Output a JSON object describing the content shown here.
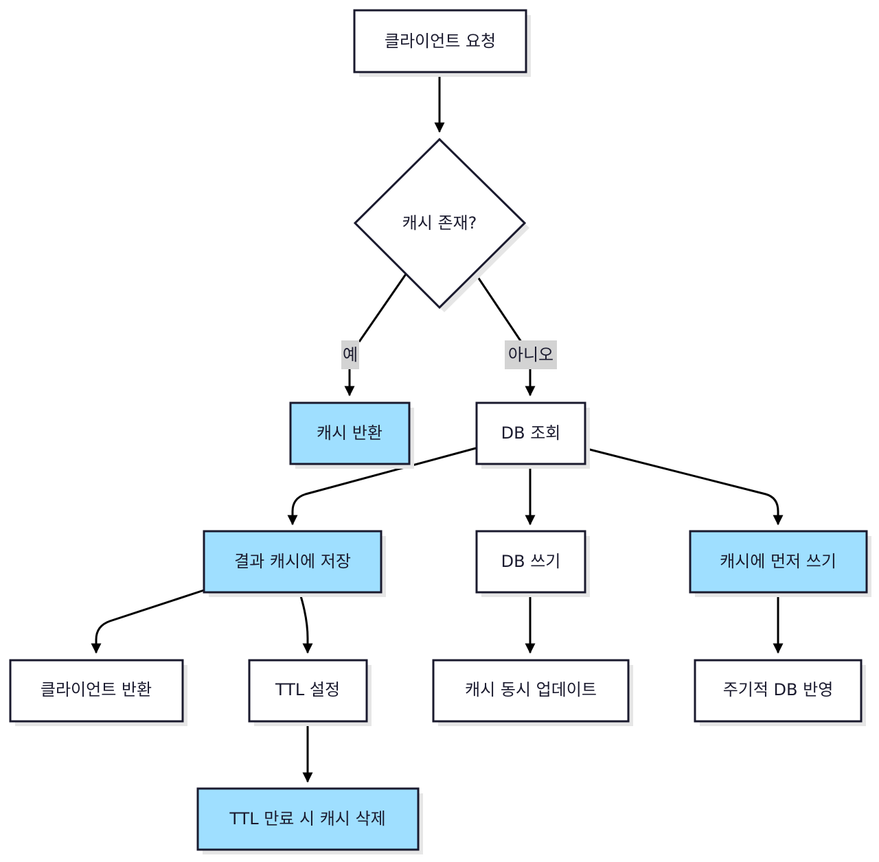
{
  "nodes": {
    "client_request": "클라이언트 요청",
    "cache_exists": "캐시 존재?",
    "cache_return": "캐시 반환",
    "db_lookup": "DB 조회",
    "store_cache": "결과 캐시에 저장",
    "db_write": "DB 쓰기",
    "cache_write_first": "캐시에 먼저 쓰기",
    "client_return": "클라이언트 반환",
    "ttl_set": "TTL 설정",
    "cache_sync_update": "캐시 동시 업데이트",
    "periodic_db_apply": "주기적 DB 반영",
    "ttl_expire_delete": "TTL 만료 시 캐시 삭제"
  },
  "edges": {
    "yes_label": "예",
    "no_label": "아니오"
  },
  "colors": {
    "highlight_fill": "#9fdfff",
    "plain_fill": "#ffffff",
    "stroke": "#1a1a2e",
    "edge_label_bg": "#d3d3d3"
  }
}
